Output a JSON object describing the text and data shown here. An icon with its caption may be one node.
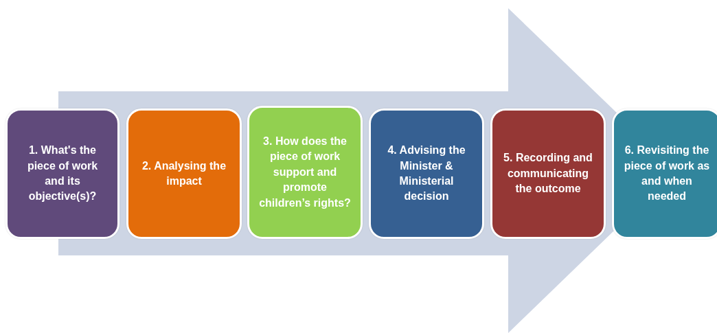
{
  "diagram": {
    "nodes": [
      {
        "text": [
          "1. What's the piece of work and its objective(s)?"
        ]
      },
      {
        "text": [
          "2. Analysing the impact"
        ]
      },
      {
        "text": [
          "3. How does the piece of work support and promote children’s rights?"
        ]
      },
      {
        "text": [
          "4. Advising the Minister & Ministerial decision"
        ]
      },
      {
        "text": [
          "5. Recording and communicating the outcome"
        ]
      },
      {
        "text": [
          "6. Revisiting the piece of work as and when needed"
        ]
      }
    ],
    "edges": [
      {
        "from": 0,
        "to": 5,
        "arrow": "to"
      }
    ]
  }
}
